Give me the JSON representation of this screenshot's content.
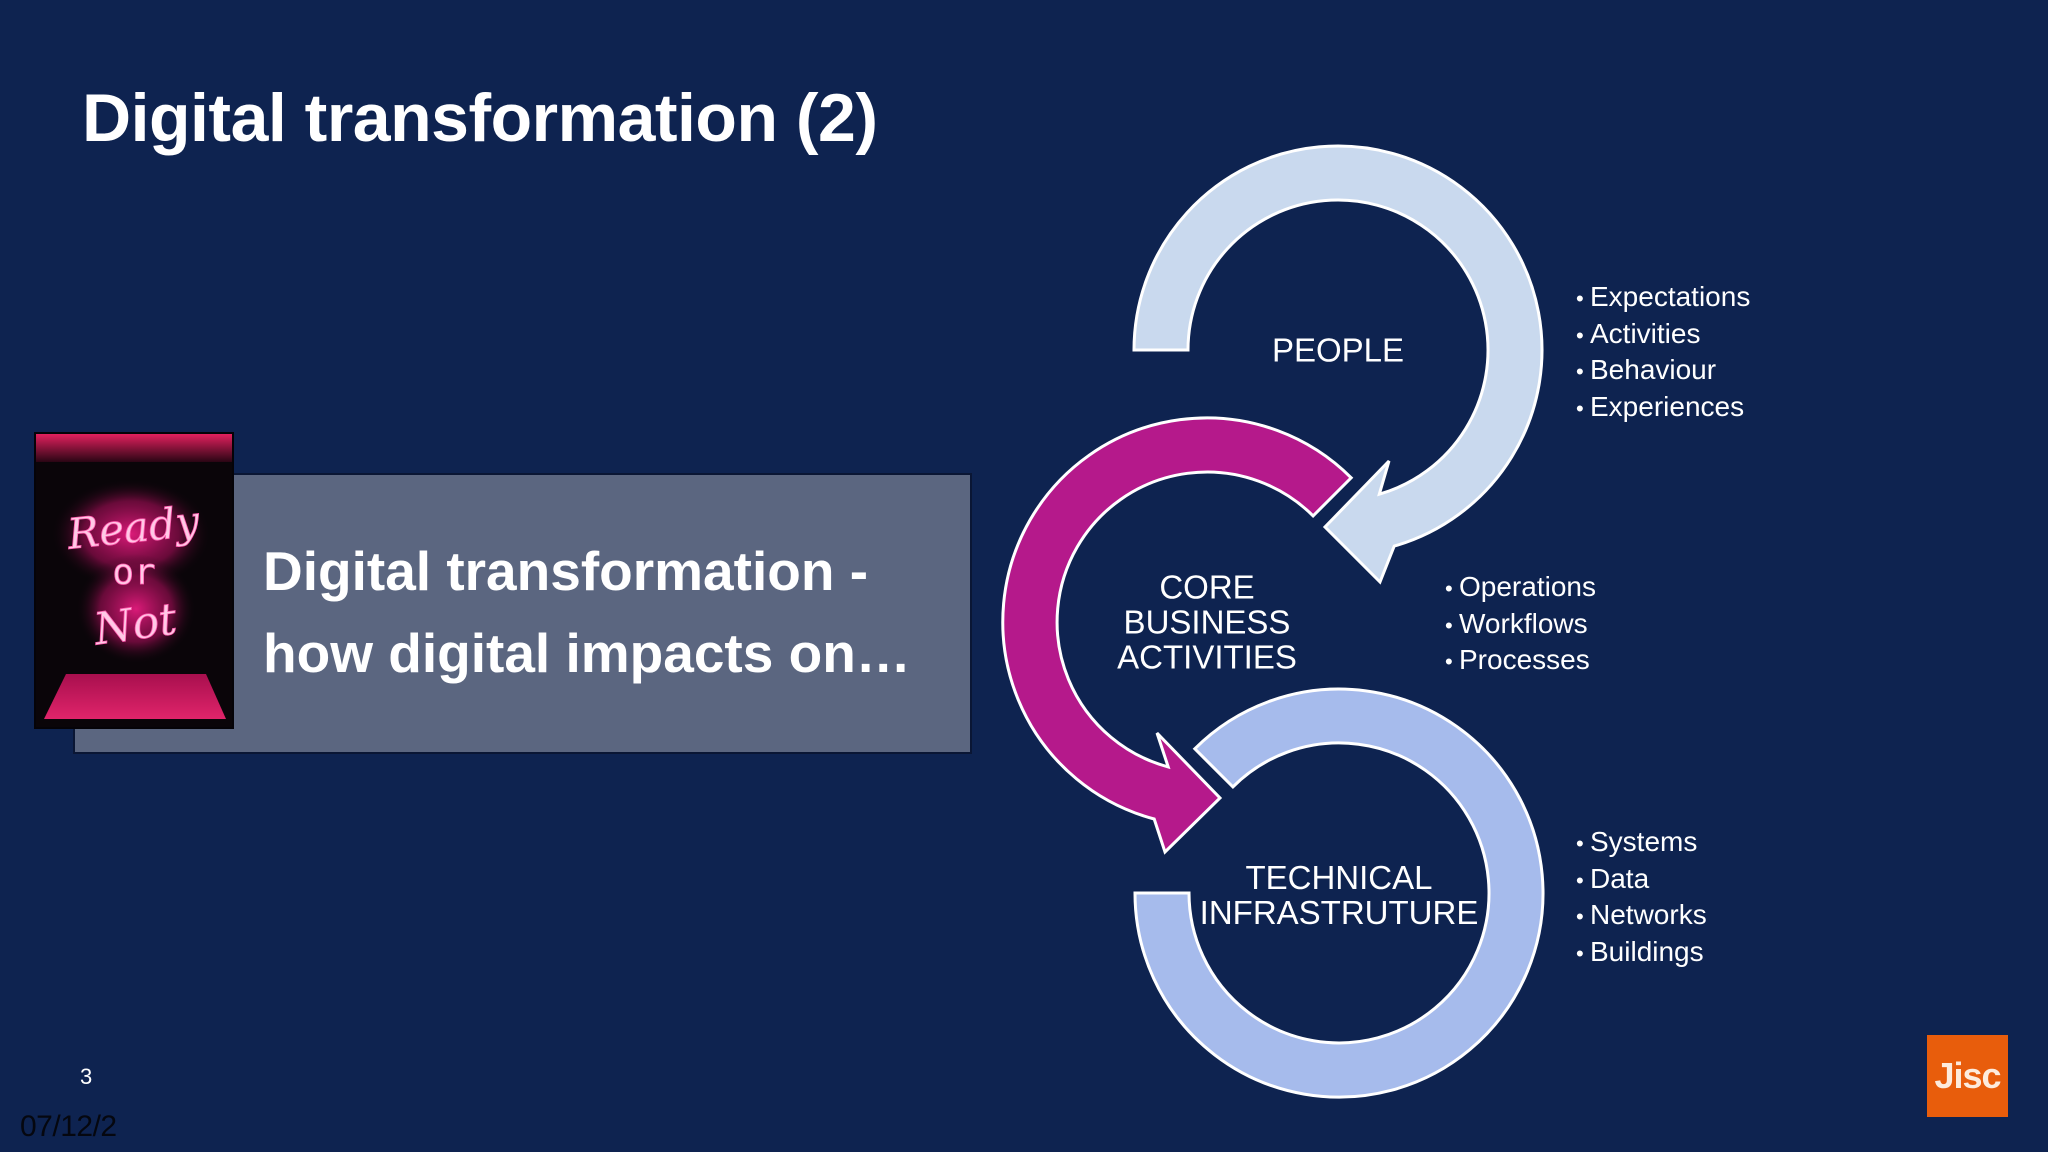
{
  "slide": {
    "title": "Digital transformation (2)",
    "page_number": "3",
    "date": "07/12/2",
    "logo_text": "Jisc"
  },
  "subtitle_box": {
    "lines": [
      "Digital transformation -",
      "how digital impacts on…"
    ],
    "image_caption_alt": "Ready or Not neon sign"
  },
  "neon_image": {
    "words": [
      "Ready",
      "or",
      "Not"
    ]
  },
  "diagram": {
    "rings": [
      {
        "id": "people",
        "label_lines": [
          "PEOPLE"
        ],
        "color": "#C9D9EE",
        "bullets": [
          "Expectations",
          "Activities",
          "Behaviour",
          "Experiences"
        ]
      },
      {
        "id": "core",
        "label_lines": [
          "CORE",
          "BUSINESS",
          "ACTIVITIES"
        ],
        "color": "#B5198B",
        "bullets": [
          "Operations",
          "Workflows",
          "Processes"
        ]
      },
      {
        "id": "technical",
        "label_lines": [
          "TECHNICAL",
          "INFRASTRUTURE"
        ],
        "color": "#A6BBEC",
        "bullets": [
          "Systems",
          "Data",
          "Networks",
          "Buildings"
        ]
      }
    ]
  },
  "colors": {
    "background": "#0E2350",
    "subtitle_box": "#5B6680",
    "logo": "#E85D0C",
    "text": "#FFFFFF"
  }
}
